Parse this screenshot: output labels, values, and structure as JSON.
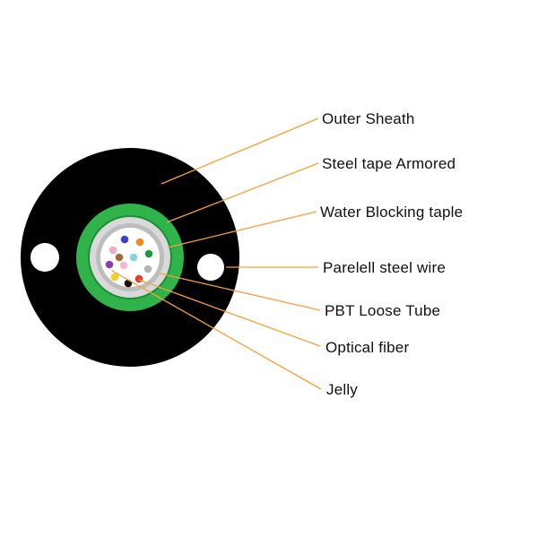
{
  "colors": {
    "sheath": "#000000",
    "armor_green": "#2fb34a",
    "water_blocking": "#d9d9d9",
    "loose_tube": "#bdbdbd",
    "jelly": "#ffffff",
    "leader_line": "#f5a03a",
    "steel_wire_hole": "#ffffff"
  },
  "labels": {
    "outer_sheath": "Outer Sheath",
    "steel_tape_armored": "Steel tape Armored",
    "water_blocking_tape": "Water Blocking taple",
    "parallel_steel_wire": "Parelell steel wire",
    "pbt_loose_tube": "PBT Loose Tube",
    "optical_fiber": "Optical fiber",
    "jelly": "Jelly"
  },
  "fibers": [
    {
      "name": "fiber-blue",
      "color": "#3b3fc9"
    },
    {
      "name": "fiber-orange",
      "color": "#f08a1c"
    },
    {
      "name": "fiber-green",
      "color": "#1f9a3a"
    },
    {
      "name": "fiber-slate",
      "color": "#b5b5b5"
    },
    {
      "name": "fiber-red",
      "color": "#e53a2a"
    },
    {
      "name": "fiber-black",
      "color": "#111111"
    },
    {
      "name": "fiber-yellow",
      "color": "#f0d21e"
    },
    {
      "name": "fiber-violet",
      "color": "#8a3fa8"
    },
    {
      "name": "fiber-rose",
      "color": "#f4a8c8"
    },
    {
      "name": "fiber-pink",
      "color": "#f5b7c9"
    },
    {
      "name": "fiber-aqua",
      "color": "#7fd6e0"
    },
    {
      "name": "fiber-brown",
      "color": "#a46a3a"
    }
  ]
}
